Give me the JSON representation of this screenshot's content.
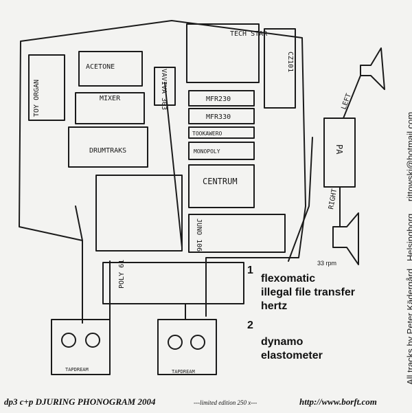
{
  "labels": {
    "toy_organ": "TOY ORGAN",
    "acetone": "ACETONE",
    "mixer": "MIXER",
    "vaviva": "VAVIVA 303",
    "drumtraks": "DRUMTRAKS",
    "techstar": "TECH STAR",
    "cz101": "CZ101",
    "mfr230": "MFR230",
    "mfr330": "MFR330",
    "tooka": "TOOKAWERO",
    "monopoly": "MONOPOLY",
    "centrum": "CENTRUM",
    "juno": "JUNO 106",
    "poly61": "POLY 61",
    "tape1": "TAPDREAM",
    "tape2": "TAPDREAM",
    "pa": "PA",
    "left": "LEFT",
    "right": "RIGHT"
  },
  "rpm": "33 rpm",
  "sides": [
    {
      "number": "1",
      "tracks": [
        "flexomatic",
        "illegal file transfer",
        "hertz"
      ]
    },
    {
      "number": "2",
      "tracks": [
        "dynamo",
        "elastometer"
      ]
    }
  ],
  "credits": {
    "artist": "All tracks by Peter Kädergård . Helsingborg",
    "email": "rittowski@hotmail.com"
  },
  "footer": {
    "label": "dp3 c+p DJURING PHONOGRAM 2004",
    "edition": "---limited edition 250 x---",
    "url": "http://www.borft.com"
  }
}
